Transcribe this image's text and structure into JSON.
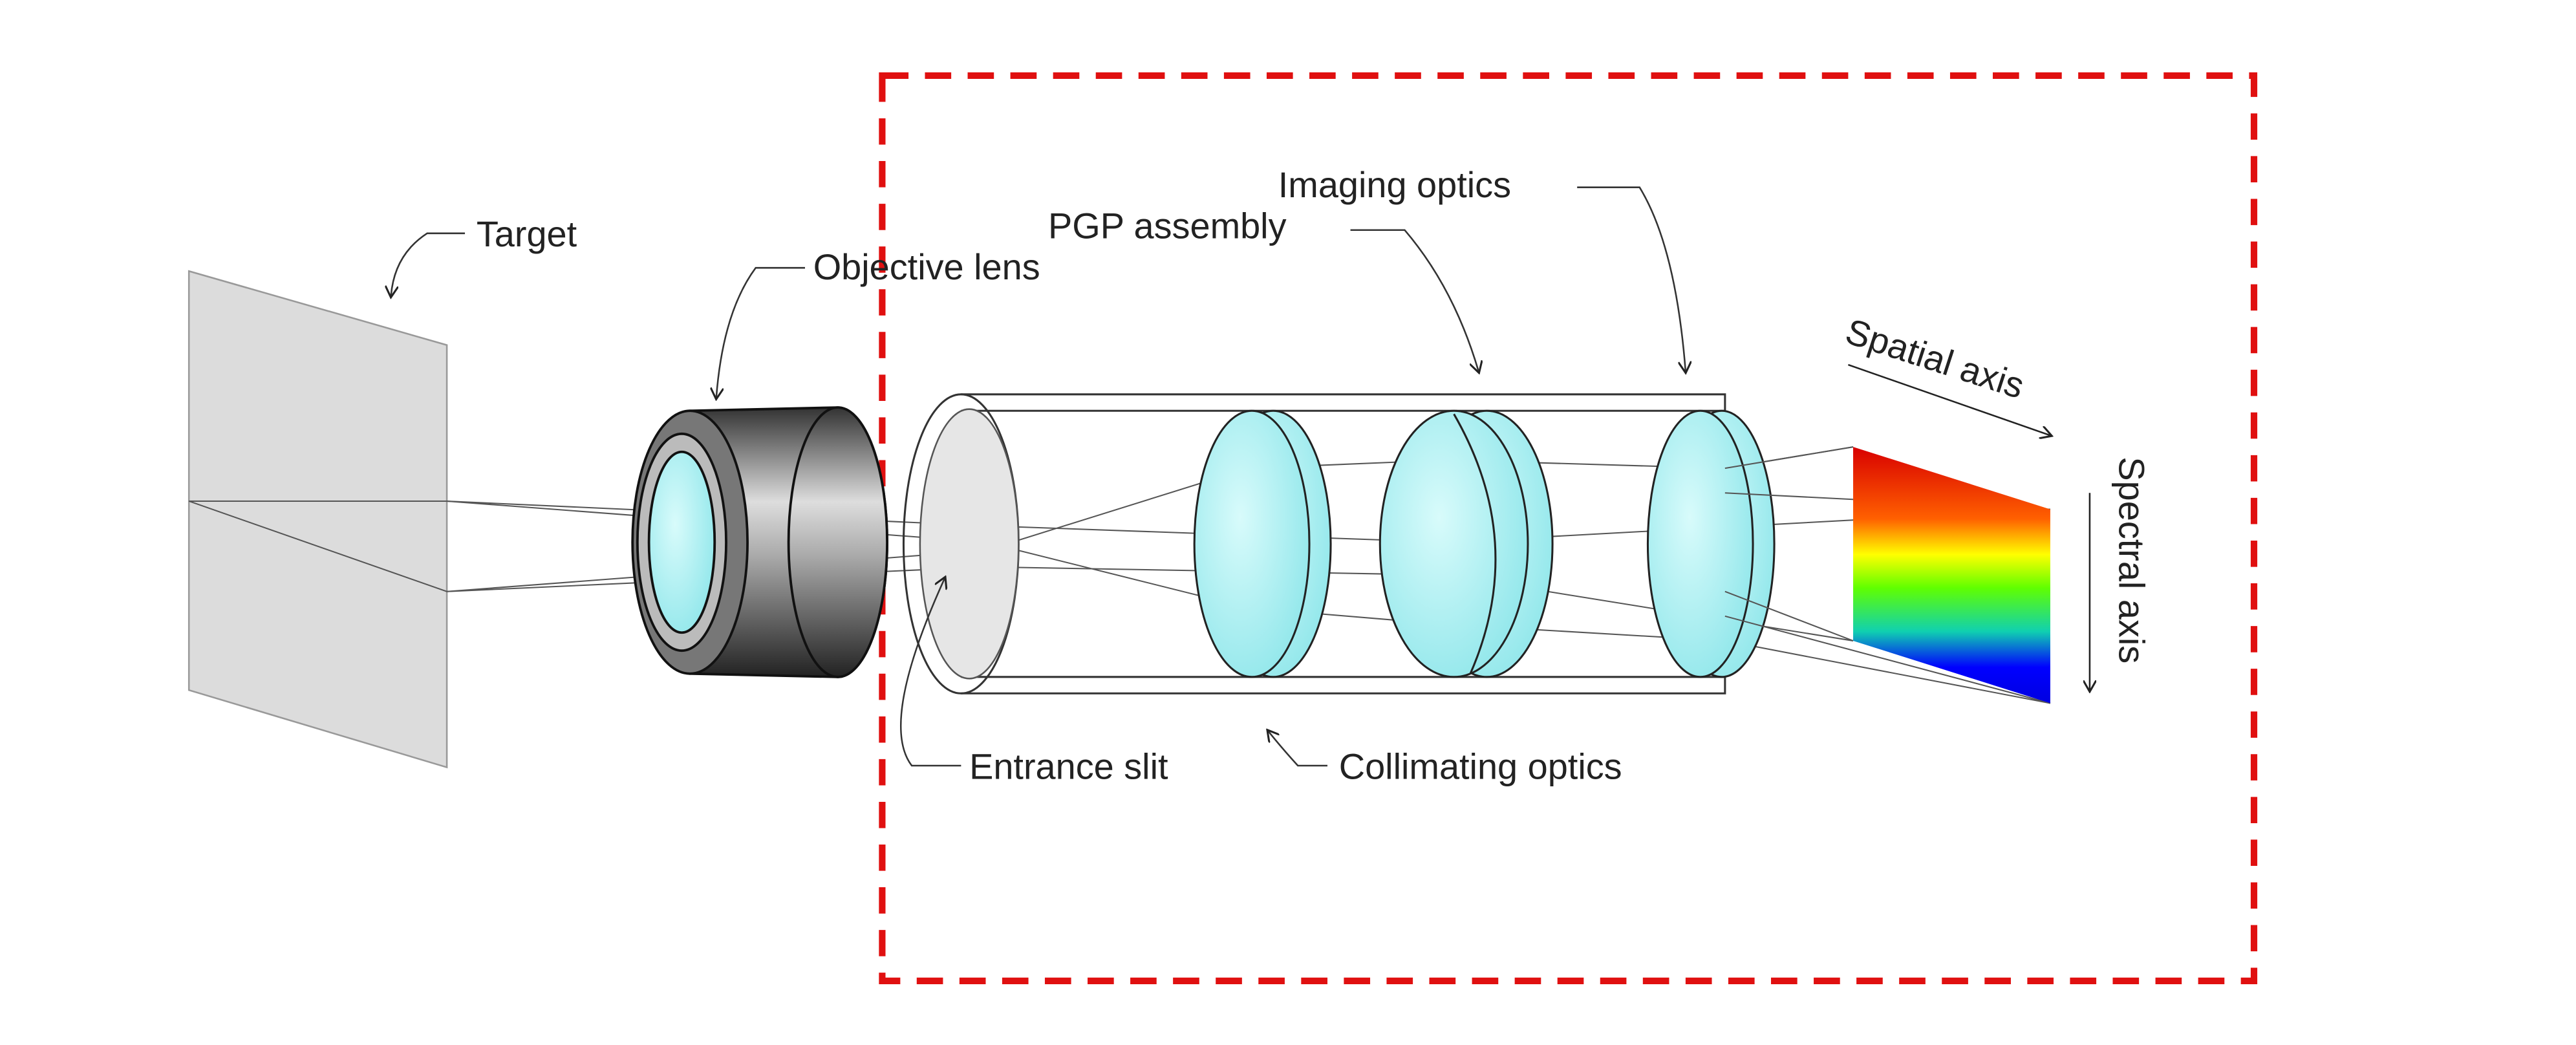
{
  "diagram": {
    "labels": {
      "target": "Target",
      "objective_lens": "Objective lens",
      "pgp_assembly": "PGP assembly",
      "imaging_optics": "Imaging optics",
      "spatial_axis": "Spatial axis",
      "spectral_axis": "Spectral axis",
      "entrance_slit": "Entrance slit",
      "collimating_optics": "Collimating optics"
    },
    "colors": {
      "frame": "#e01010",
      "lens": "#a8eef0",
      "target": "#d8d8d8",
      "spectrum": [
        "#e00000",
        "#ffff00",
        "#60ff00",
        "#10d0b0",
        "#0000ff"
      ]
    }
  }
}
